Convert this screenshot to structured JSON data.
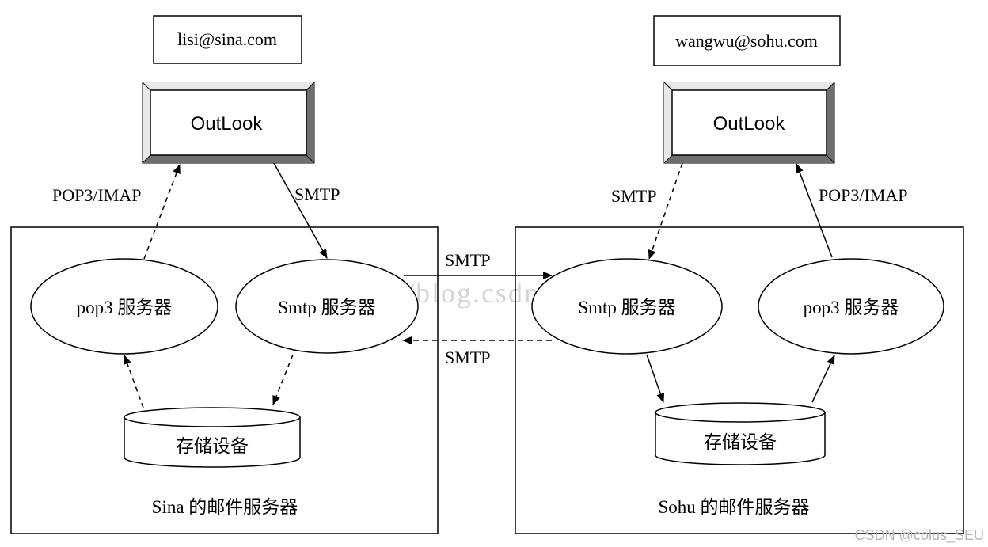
{
  "left": {
    "email": "lisi@sina.com",
    "client": "OutLook",
    "edge_client_down": "SMTP",
    "edge_pop_up": "POP3/IMAP",
    "pop_server": "pop3 服务器",
    "smtp_server": "Smtp 服务器",
    "storage": "存储设备",
    "caption": "Sina 的邮件服务器"
  },
  "right": {
    "email": "wangwu@sohu.com",
    "client": "OutLook",
    "edge_client_down": "SMTP",
    "edge_pop_up": "POP3/IMAP",
    "smtp_server": "Smtp 服务器",
    "pop_server": "pop3 服务器",
    "storage": "存储设备",
    "caption": "Sohu 的邮件服务器"
  },
  "between": {
    "smtp_forward": "SMTP",
    "smtp_back": "SMTP"
  },
  "watermark": "http://blog.csdn.net/",
  "credit": "CSDN @colus_SEU"
}
